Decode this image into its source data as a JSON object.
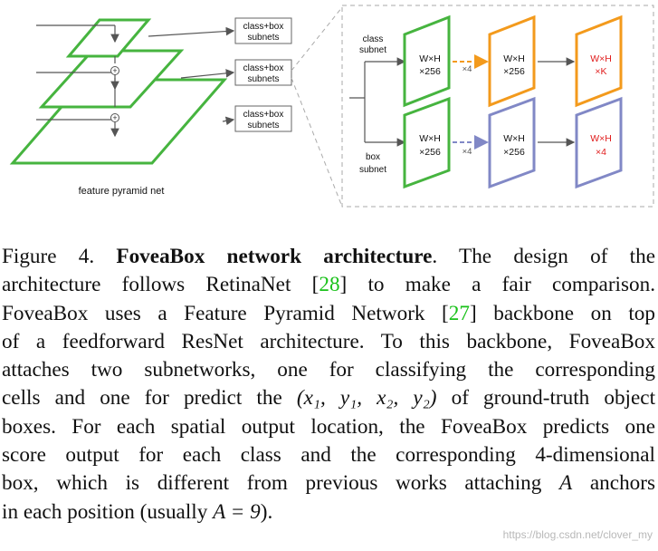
{
  "figure": {
    "subnet_labels": [
      "class+box",
      "subnets"
    ],
    "pyramid_label": "feature pyramid net",
    "class_subnet_label": [
      "class",
      "subnet"
    ],
    "box_subnet_label": [
      "box",
      "subnet"
    ],
    "block_wh": "W×H",
    "block_256": "×256",
    "cls_out": [
      "W×H",
      "×K"
    ],
    "box_out": [
      "W×H",
      "×4"
    ],
    "repeat": "×4",
    "plus": "+",
    "colors": {
      "green": "#46b43f",
      "orange": "#f39a1c",
      "purple": "#8188c6",
      "red": "#e01b1b"
    }
  },
  "caption": {
    "fig_label": "Figure 4.",
    "title": "FoveaBox network architecture",
    "line1_rest": ". The design of the",
    "line2_a": "architecture follows RetinaNet [",
    "ref1": "28",
    "line2_b": "] to make a fair comparison.",
    "line3_a": "FoveaBox uses a Feature Pyramid Network [",
    "ref2": "27",
    "line3_b": "] backbone on top",
    "line4": "of a feedforward ResNet architecture. To this backbone, FoveaBox",
    "line5": "attaches two subnetworks, one for classifying the corresponding",
    "line6_a": "cells and one for predict the",
    "coords": "(x₁, y₁, x₂, y₂)",
    "line6_b": "of ground-truth object",
    "line7": "boxes. For each spatial output location, the FoveaBox predicts one",
    "line8": "score output for each class and the corresponding 4-dimensional",
    "line9_a": "box, which is different from previous works attaching",
    "anchor_var": "A",
    "line9_b": "anchors",
    "line10_a": "in each position (usually",
    "anchor_eq": "A = 9",
    "line10_b": ")."
  },
  "watermark": "https://blog.csdn.net/clover_my"
}
